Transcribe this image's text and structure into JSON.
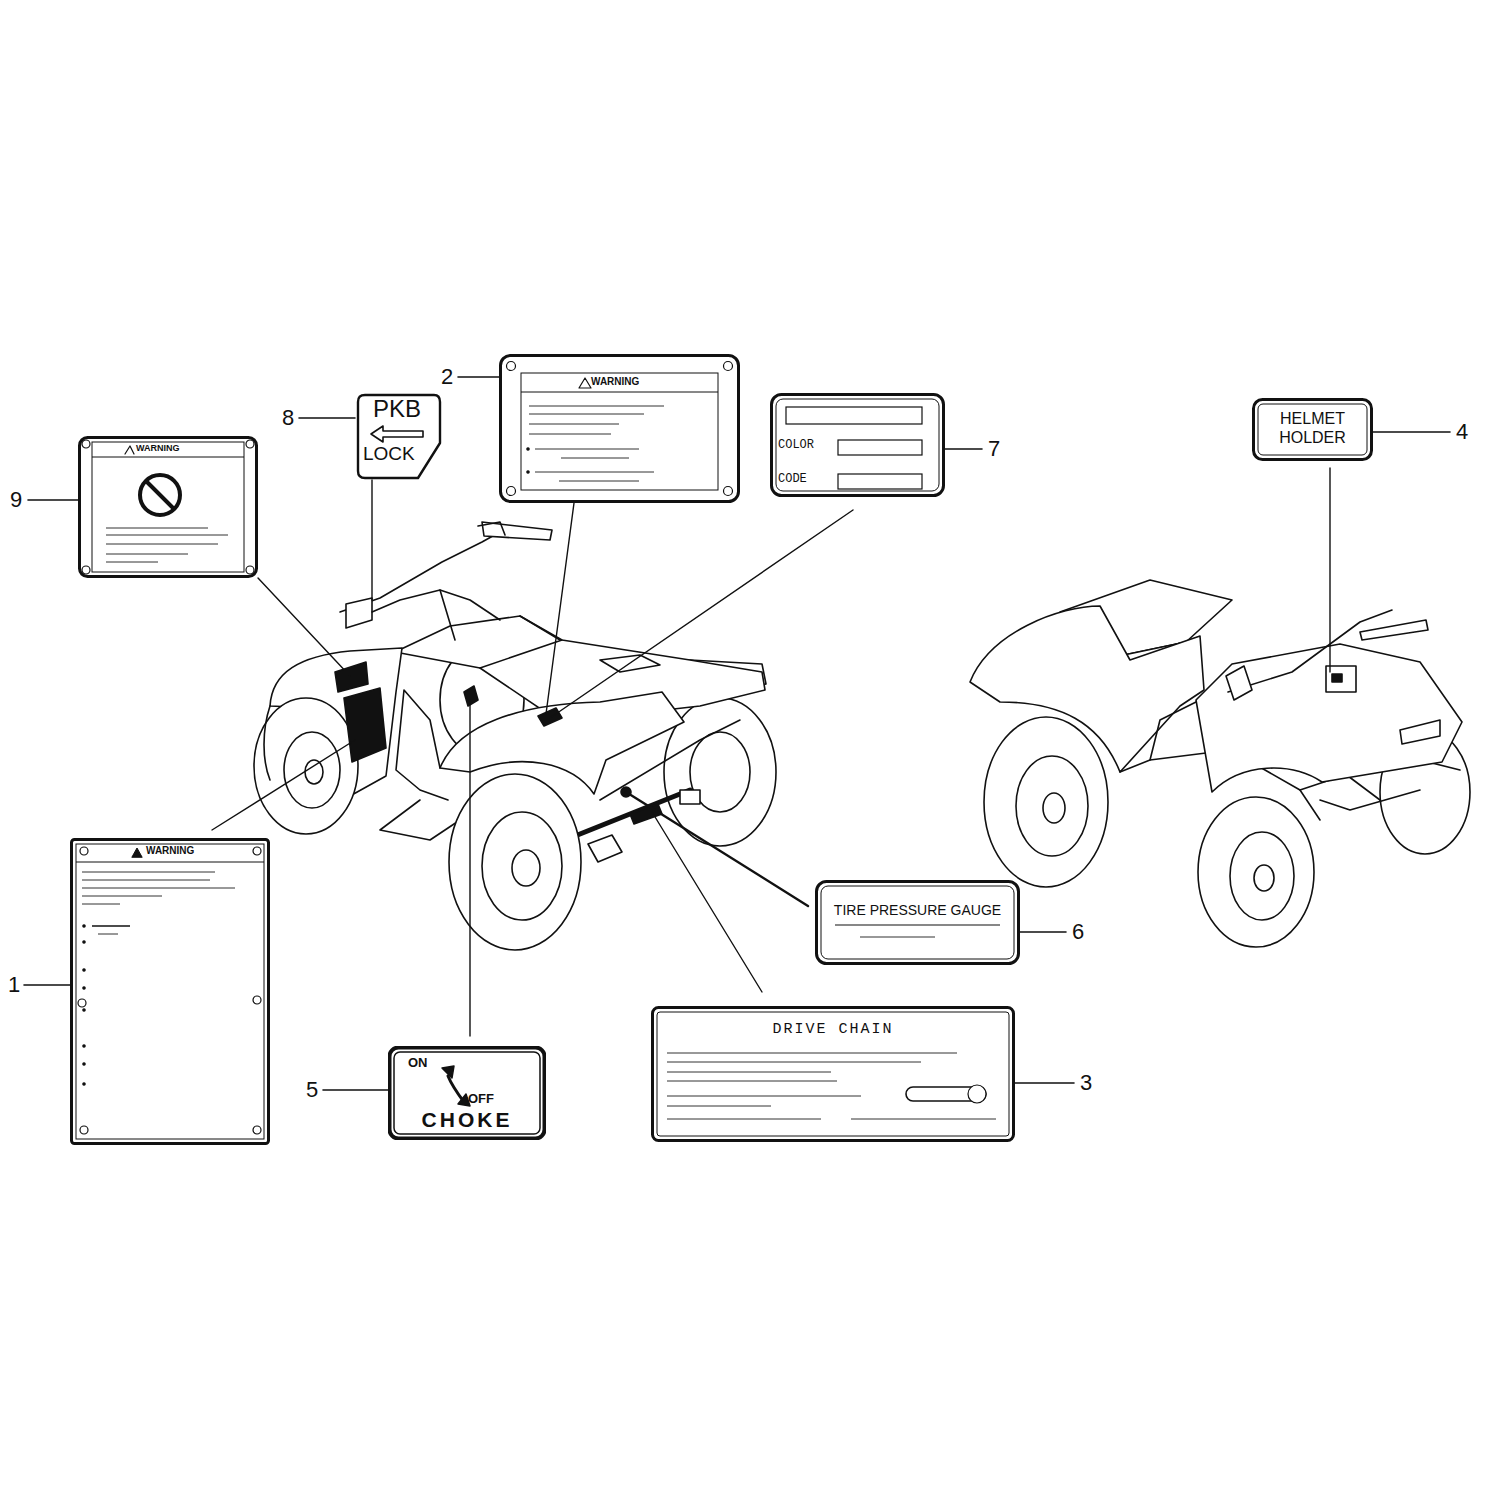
{
  "diagram": {
    "nodes": [
      {
        "text": [
          "WARNING"
        ]
      },
      {
        "text": [
          "COLOR",
          "CODE"
        ]
      },
      {
        "text": [
          "PKB",
          "LOCK"
        ]
      },
      {
        "text": [
          "HELMET HOLDER"
        ]
      },
      {
        "text": [
          "WARNING"
        ]
      },
      {
        "text": [
          "TIRE PRESSURE GAUGE"
        ]
      },
      {
        "text": [
          "WARNING"
        ]
      },
      {
        "text": [
          "DRIVE CHAIN"
        ]
      },
      {
        "text": [
          "ON",
          "OFF",
          "CHOKE"
        ]
      }
    ],
    "labels": [
      "2",
      "8",
      "7",
      "4",
      "9",
      "6",
      "1",
      "3",
      "5"
    ]
  }
}
